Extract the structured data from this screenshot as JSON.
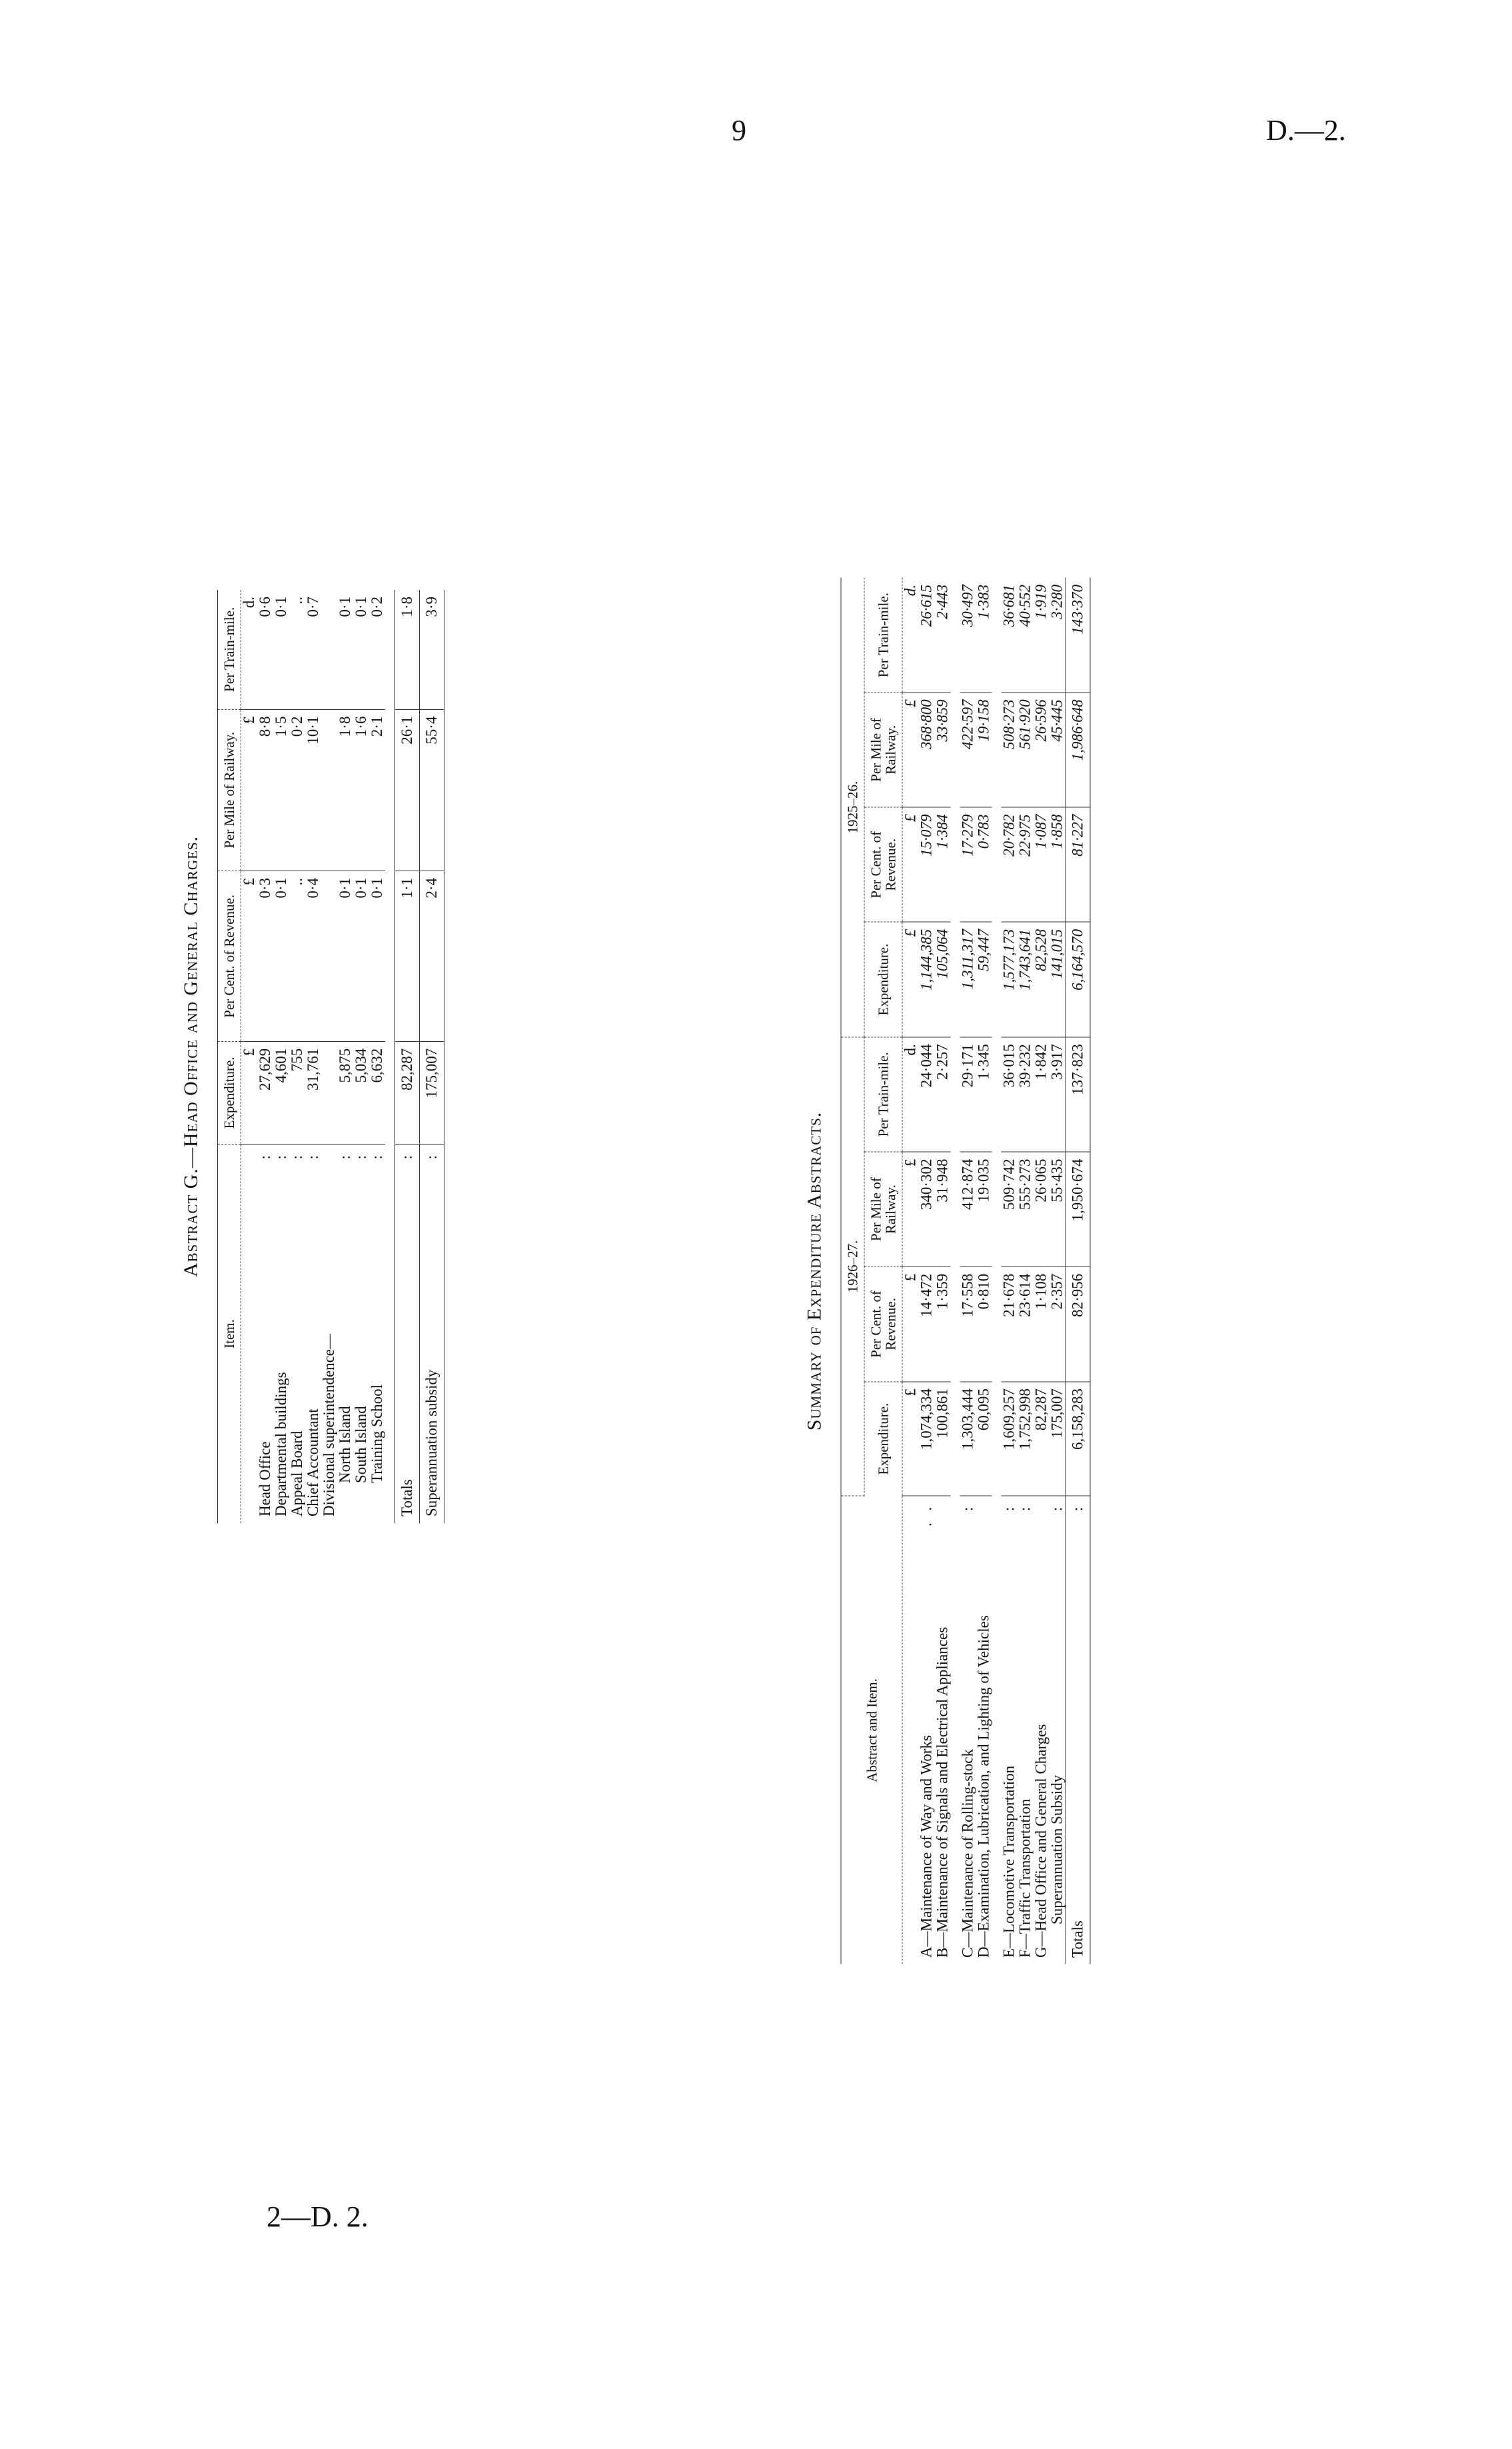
{
  "header": {
    "page_number": "9",
    "doc_ref": "D.—2."
  },
  "footer": {
    "sheet_ref": "2—D. 2."
  },
  "abstract_g": {
    "title": "Abstract G.—Head Office and General Charges.",
    "columns": [
      "Item.",
      "Expenditure.",
      "Per Cent. of Revenue.",
      "Per Mile of Railway.",
      "Per Train-mile."
    ],
    "units": [
      "",
      "£",
      "£",
      "£",
      "d."
    ],
    "rows": [
      {
        "item": "Head Office",
        "dots": ":",
        "values": [
          "27,629",
          "0·3",
          "8·8",
          "0·6"
        ]
      },
      {
        "item": "Departmental buildings",
        "dots": ":",
        "values": [
          "4,601",
          "0·1",
          "1·5",
          "0·1"
        ]
      },
      {
        "item": "Appeal Board",
        "dots": ":",
        "values": [
          "755",
          "..",
          "0·2",
          ".."
        ]
      },
      {
        "item": "Chief Accountant",
        "dots": ":",
        "values": [
          "31,761",
          "0·4",
          "10·1",
          "0·7"
        ]
      },
      {
        "item": "Divisional superintendence—",
        "dots": "",
        "values": [
          "",
          "",
          "",
          ""
        ]
      },
      {
        "item": "North Island",
        "dots": ":",
        "indent": true,
        "values": [
          "5,875",
          "0·1",
          "1·8",
          "0·1"
        ]
      },
      {
        "item": "South Island",
        "dots": ":",
        "indent": true,
        "values": [
          "5,034",
          "0·1",
          "1·6",
          "0·1"
        ]
      },
      {
        "item": "Training School",
        "dots": ":",
        "indent": true,
        "values": [
          "6,632",
          "0·1",
          "2·1",
          "0·2"
        ]
      }
    ],
    "totals": {
      "item": "Totals",
      "dots": ":",
      "values": [
        "82,287",
        "1·1",
        "26·1",
        "1·8"
      ]
    },
    "superannuation": {
      "item": "Superannuation subsidy",
      "dots": ":",
      "values": [
        "175,007",
        "2·4",
        "55·4",
        "3·9"
      ]
    }
  },
  "summary": {
    "title": "Summary of Expenditure Abstracts.",
    "item_header": "Abstract and Item.",
    "years": [
      "1926–27.",
      "1925–26."
    ],
    "subcolumns": [
      "Expenditure.",
      "Per Cent. of Revenue.",
      "Per Mile of Railway.",
      "Per Train-mile."
    ],
    "units": [
      "£",
      "£",
      "£",
      "d."
    ],
    "rows": [
      {
        "item": "A—Maintenance of Way and Works",
        "dots": ". .",
        "y1927": [
          "1,074,334",
          "14·472",
          "340·302",
          "24·044"
        ],
        "y1926": [
          "1,144,385",
          "15·079",
          "368·800",
          "26·615"
        ]
      },
      {
        "item": "B—Maintenance of Signals and Electrical Appliances",
        "dots": "",
        "y1927": [
          "100,861",
          "1·359",
          "31·948",
          "2·257"
        ],
        "y1926": [
          "105,064",
          "1·384",
          "33·859",
          "2·443"
        ],
        "gap_after": true
      },
      {
        "item": "C—Maintenance of Rolling-stock",
        "dots": ":",
        "y1927": [
          "1,303,444",
          "17·558",
          "412·874",
          "29·171"
        ],
        "y1926": [
          "1,311,317",
          "17·279",
          "422·597",
          "30·497"
        ]
      },
      {
        "item": "D—Examination, Lubrication, and Lighting of Vehicles",
        "dots": "",
        "y1927": [
          "60,095",
          "0·810",
          "19·035",
          "1·345"
        ],
        "y1926": [
          "59,447",
          "0·783",
          "19·158",
          "1·383"
        ],
        "gap_after": true
      },
      {
        "item": "E—Locomotive Transportation",
        "dots": ":",
        "y1927": [
          "1,609,257",
          "21·678",
          "509·742",
          "36·015"
        ],
        "y1926": [
          "1,577,173",
          "20·782",
          "508·273",
          "36·681"
        ]
      },
      {
        "item": "F—Traffic Transportation",
        "dots": ":",
        "y1927": [
          "1,752,998",
          "23·614",
          "555·273",
          "39·232"
        ],
        "y1926": [
          "1,743,641",
          "22·975",
          "561·920",
          "40·552"
        ]
      },
      {
        "item": "G—Head Office and General Charges",
        "dots": "",
        "y1927": [
          "82,287",
          "1·108",
          "26·065",
          "1·842"
        ],
        "y1926": [
          "82,528",
          "1·087",
          "26·596",
          "1·919"
        ]
      },
      {
        "item": "Superannuation Subsidy",
        "dots": ":",
        "indent": true,
        "y1927": [
          "175,007",
          "2·357",
          "55·435",
          "3·917"
        ],
        "y1926": [
          "141,015",
          "1·858",
          "45·445",
          "3·280"
        ]
      }
    ],
    "totals": {
      "item": "Totals",
      "dots": ":",
      "y1927": [
        "6,158,283",
        "82·956",
        "1,950·674",
        "137·823"
      ],
      "y1926": [
        "6,164,570",
        "81·227",
        "1,986·648",
        "143·370"
      ]
    }
  }
}
